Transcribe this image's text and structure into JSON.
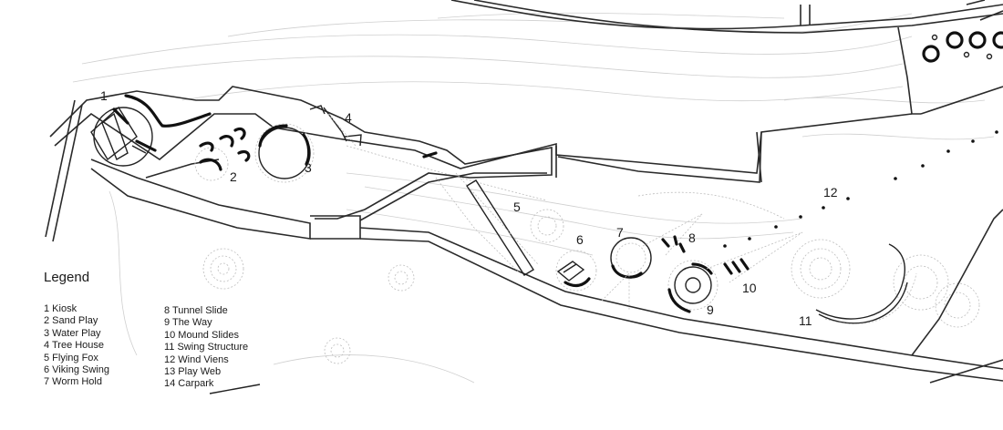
{
  "legend": {
    "title": "Legend",
    "items_col1": [
      "1 Kiosk",
      "2 Sand Play",
      "3 Water Play",
      "4 Tree House",
      "5 Flying Fox",
      "6 Viking Swing",
      "7 Worm Hold"
    ],
    "items_col2": [
      "8 Tunnel Slide",
      "9 The Way",
      "10 Mound Slides",
      "11 Swing Structure",
      "12 Wind Viens",
      "13 Play Web",
      "14 Carpark"
    ]
  },
  "markers": [
    "1",
    "2",
    "3",
    "4",
    "5",
    "6",
    "7",
    "8",
    "9",
    "10",
    "11",
    "12"
  ]
}
